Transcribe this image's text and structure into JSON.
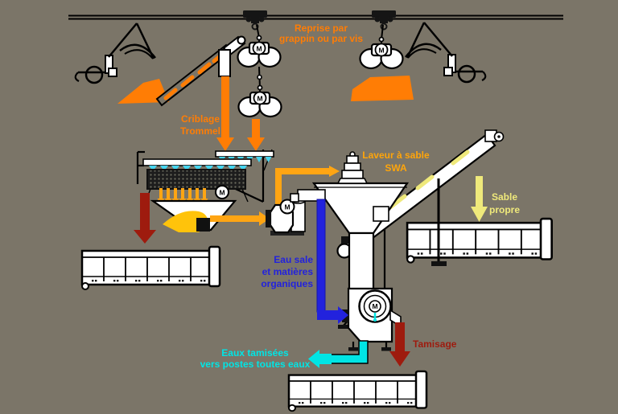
{
  "diagram": {
    "type": "process-flow",
    "language": "fr",
    "motor_symbol": "M",
    "colors": {
      "background": "#7b7568",
      "orange": "#ff7d05",
      "amber": "#ffa513",
      "sand_yellow": "#ffc30b",
      "pale_yellow": "#efe97b",
      "dark_red": "#9e1b0e",
      "blue": "#2222dd",
      "cyan": "#00e5e5",
      "spray_cyan": "#45d5f0",
      "machine_white": "#ffffff",
      "outline_black": "#000000"
    },
    "labels": {
      "reprise": {
        "line1": "Reprise par",
        "line2": "grappin ou par vis",
        "color": "#ff7d05"
      },
      "criblage": {
        "line1": "Criblage",
        "line2": "Trommel",
        "color": "#ff7d05"
      },
      "laveur": {
        "line1": "Laveur à sable",
        "line2": "SWA",
        "color": "#ffa50a"
      },
      "sable_propre": {
        "line1": "Sable",
        "line2": "propre",
        "color": "#efe97b"
      },
      "eau_sale": {
        "line1": "Eau sale",
        "line2": "et matières",
        "line3": "organiques",
        "color": "#2222dd"
      },
      "eaux_tamisees": {
        "line1": "Eaux tamisées",
        "line2": "vers postes toutes eaux",
        "color": "#00e5e5"
      },
      "tamisage": {
        "text": "Tamisage",
        "color": "#9e1b0e"
      }
    }
  }
}
